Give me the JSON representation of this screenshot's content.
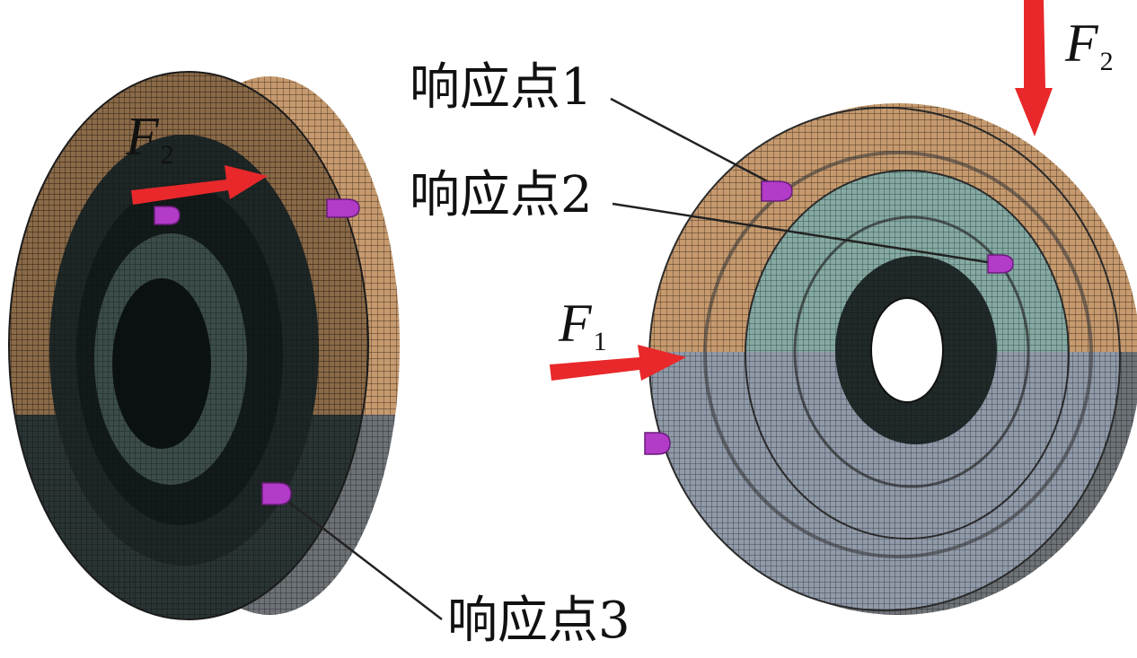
{
  "labels": {
    "point1": "响应点1",
    "point2": "响应点2",
    "point3": "响应点3"
  },
  "forces": {
    "f1": {
      "symbol": "F",
      "sub": "1"
    },
    "f2_left": {
      "symbol": "F",
      "sub": "2"
    },
    "f2_right": {
      "symbol": "F",
      "sub": "2"
    }
  },
  "colors": {
    "mesh_tan": "#c69a6e",
    "mesh_teal": "#7fa6a0",
    "mesh_slate": "#8d98a6",
    "mesh_dark": "#1c2424",
    "arrow_red": "#e8282a",
    "marker_magenta": "#b23bc8"
  }
}
